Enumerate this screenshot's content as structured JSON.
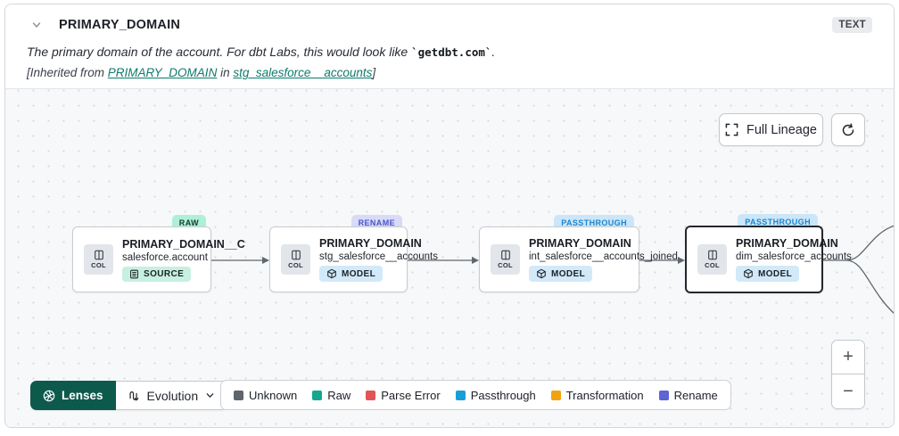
{
  "header": {
    "title": "PRIMARY_DOMAIN",
    "type_badge": "TEXT",
    "description_prefix": "The primary domain of the account. For dbt Labs, this would look like ",
    "description_code": "`getdbt.com`",
    "description_suffix": ".",
    "inherited_prefix": "[Inherited from ",
    "inherited_link_column": "PRIMARY_DOMAIN",
    "inherited_middle": " in ",
    "inherited_link_model": "stg_salesforce__accounts",
    "inherited_suffix": "]"
  },
  "toolbar": {
    "full_lineage_label": "Full Lineage"
  },
  "nodes": [
    {
      "title": "PRIMARY_DOMAIN__C",
      "subtitle": "salesforce.account",
      "col_label": "COL",
      "kind": "SOURCE",
      "tag": "RAW",
      "tag_color": "#aef0d7",
      "selected": false
    },
    {
      "title": "PRIMARY_DOMAIN",
      "subtitle": "stg_salesforce__accounts",
      "col_label": "COL",
      "kind": "MODEL",
      "tag": "RENAME",
      "tag_color": "#d8dbf8",
      "selected": false
    },
    {
      "title": "PRIMARY_DOMAIN",
      "subtitle": "int_salesforce__accounts_joined",
      "col_label": "COL",
      "kind": "MODEL",
      "tag": "PASSTHROUGH",
      "tag_color": "#cbe6f9",
      "selected": false
    },
    {
      "title": "PRIMARY_DOMAIN",
      "subtitle": "dim_salesforce_accounts",
      "col_label": "COL",
      "kind": "MODEL",
      "tag": "PASSTHROUGH",
      "tag_color": "#cbe6f9",
      "selected": true
    }
  ],
  "lenses": {
    "label": "Lenses",
    "selected_lens": "Evolution"
  },
  "legend": {
    "items": [
      {
        "label": "Unknown",
        "color": "#5f646d"
      },
      {
        "label": "Raw",
        "color": "#16a792"
      },
      {
        "label": "Parse Error",
        "color": "#e25555"
      },
      {
        "label": "Passthrough",
        "color": "#189fd8"
      },
      {
        "label": "Transformation",
        "color": "#f0a213"
      },
      {
        "label": "Rename",
        "color": "#5e63d6"
      }
    ]
  },
  "zoom_controls": {
    "zoom_in": "+",
    "zoom_out": "−"
  },
  "colors": {
    "brand_teal": "#0d5a4d",
    "link_teal": "#0e7a6c",
    "canvas_bg": "#f7f8f9",
    "edge": "#5f666e"
  }
}
